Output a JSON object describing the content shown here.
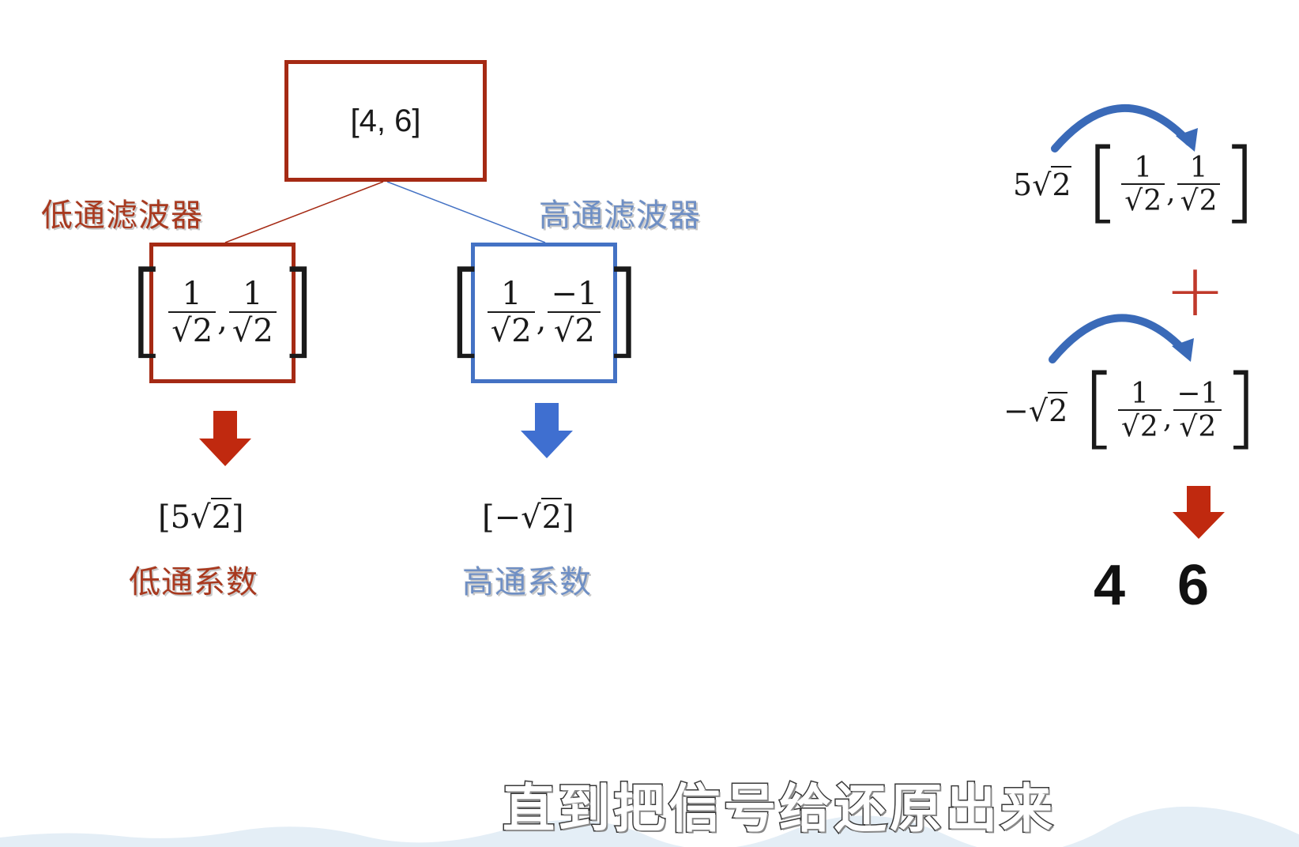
{
  "signal": "[4,  6]",
  "low_pass": {
    "label": "低通滤波器",
    "filter": {
      "num1": "1",
      "den1": "2",
      "num2": "1",
      "den2": "2"
    },
    "coefficient_label": "低通系数",
    "coefficient_value": "5",
    "coefficient_prefix": "[5",
    "coefficient_suffix": "]"
  },
  "high_pass": {
    "label": "高通滤波器",
    "filter": {
      "num1": "1",
      "den1": "2",
      "num2": "−1",
      "den2": "2"
    },
    "coefficient_label": "高通系数",
    "coefficient_prefix": "[−",
    "coefficient_suffix": "]"
  },
  "reconstruction": {
    "term1_coef": "5",
    "term2_coef": "−",
    "plus": "+",
    "outputs": [
      "4",
      "6"
    ]
  },
  "sqrt_radicand": "2",
  "subtitle": "直到把信号给还原出来",
  "colors": {
    "red": "#a52a14",
    "blue": "#4472c4",
    "arrow_red": "#c0290f",
    "arrow_blue": "#3f6fd0"
  }
}
